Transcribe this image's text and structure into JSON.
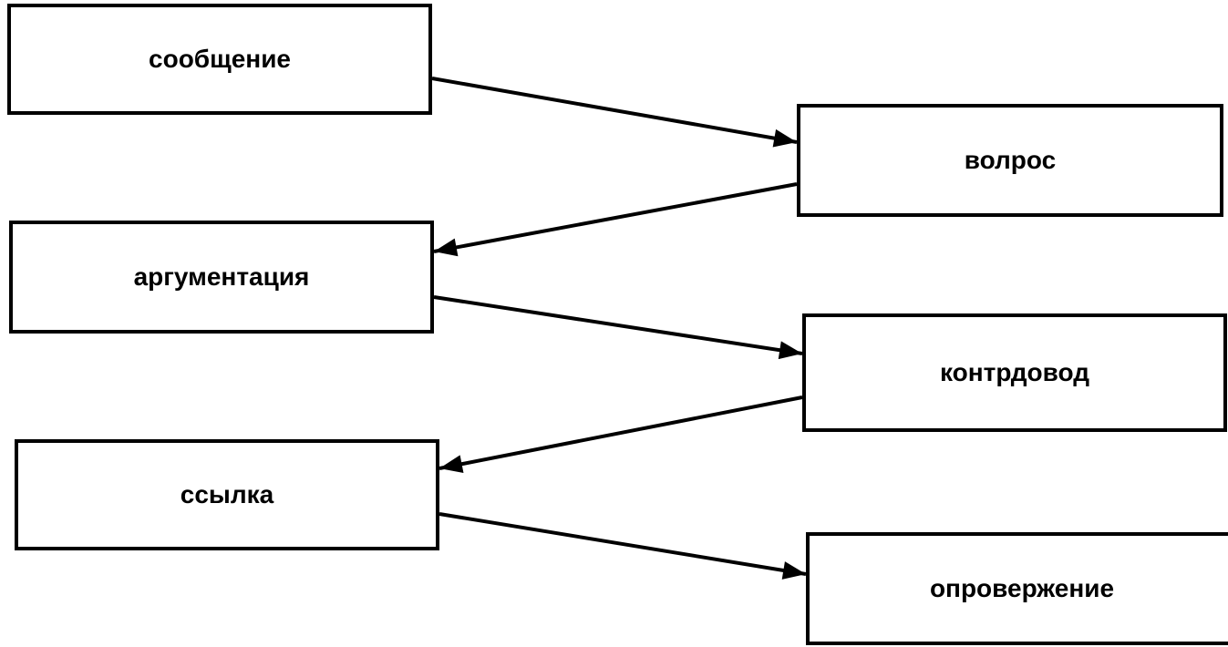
{
  "diagram": {
    "nodes": [
      {
        "id": "message",
        "label": "сообщение"
      },
      {
        "id": "question",
        "label": "волрос"
      },
      {
        "id": "argumentation",
        "label": "аргументация"
      },
      {
        "id": "counterargument",
        "label": "контрдовод"
      },
      {
        "id": "reference",
        "label": "ссылка"
      },
      {
        "id": "refutation",
        "label": "опровержение"
      }
    ],
    "edges": [
      {
        "from": "message",
        "to": "question"
      },
      {
        "from": "question",
        "to": "argumentation"
      },
      {
        "from": "argumentation",
        "to": "counterargument"
      },
      {
        "from": "counterargument",
        "to": "reference"
      },
      {
        "from": "reference",
        "to": "refutation"
      }
    ],
    "colors": {
      "stroke": "#000000",
      "background": "#ffffff"
    }
  }
}
